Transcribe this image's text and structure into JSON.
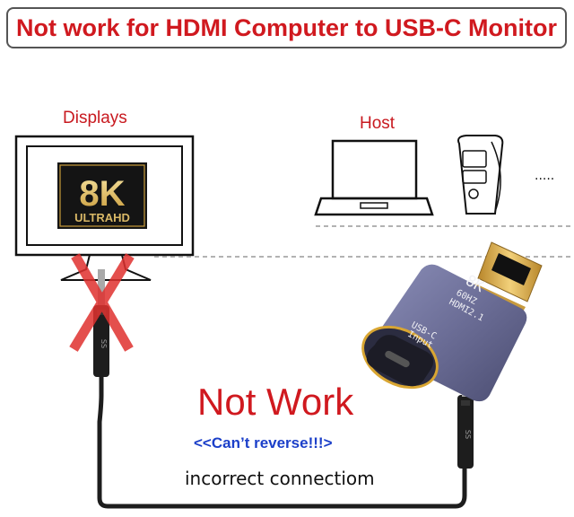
{
  "banner": {
    "text": "Not work for HDMI Computer to USB-C Monitor"
  },
  "displays": {
    "label": "Displays",
    "badge_big": "8K",
    "badge_small": "ULTRAHD"
  },
  "host": {
    "label": "Host",
    "ellipsis": "....."
  },
  "adapter": {
    "top_line1": "8K",
    "top_line2": "60HZ",
    "top_line3": "HDMI2.1",
    "side_line1": "USB-C",
    "side_line2": "Input"
  },
  "cable": {
    "ss_logo": "SS"
  },
  "message": {
    "not_work": "Not Work",
    "cant_reverse": "<<Can’t reverse!!!>",
    "incorrect": "incorrect connectiom"
  },
  "colors": {
    "warning_red": "#d0191f",
    "note_blue": "#1b3fc9",
    "adapter_body": "#6d6f97",
    "hdmi_gold": "#d9a632"
  }
}
